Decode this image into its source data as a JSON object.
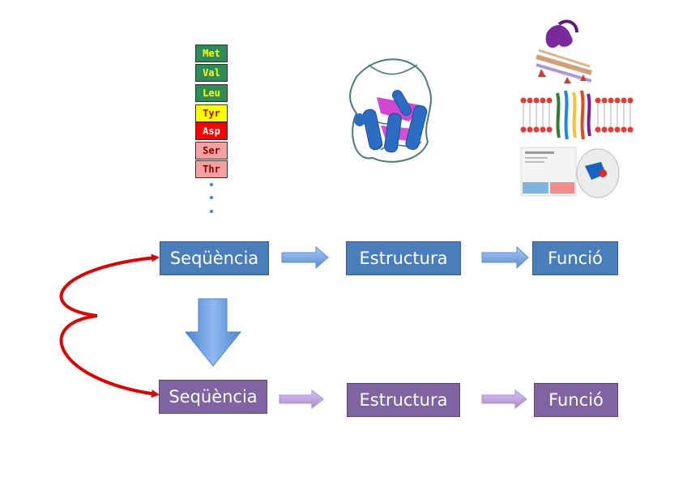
{
  "sequence_column": [
    {
      "code": "Met",
      "bg": "#2e8b57",
      "fg": "#ffff00"
    },
    {
      "code": "Val",
      "bg": "#2e8b57",
      "fg": "#ffff00"
    },
    {
      "code": "Leu",
      "bg": "#2e8b57",
      "fg": "#ffff00"
    },
    {
      "code": "Tyr",
      "bg": "#ffff00",
      "fg": "#cc0000"
    },
    {
      "code": "Asp",
      "bg": "#ff0000",
      "fg": "#ffffff"
    },
    {
      "code": "Ser",
      "bg": "#f4a0a0",
      "fg": "#8b0000"
    },
    {
      "code": "Thr",
      "bg": "#f4a0a0",
      "fg": "#8b0000"
    }
  ],
  "row_top": {
    "sequence": "Seqüència",
    "structure": "Estructura",
    "function": "Funció",
    "color": "#4a7ebb"
  },
  "row_bottom": {
    "sequence": "Seqüència",
    "structure": "Estructura",
    "function": "Funció",
    "color": "#8064a2"
  },
  "feedback_arrow_color": "#e00000",
  "images": {
    "structure": "protein-3d-structure",
    "function_1": "protein-dna-complex",
    "function_2": "membrane-protein",
    "function_3": "protein-structure-slide"
  }
}
